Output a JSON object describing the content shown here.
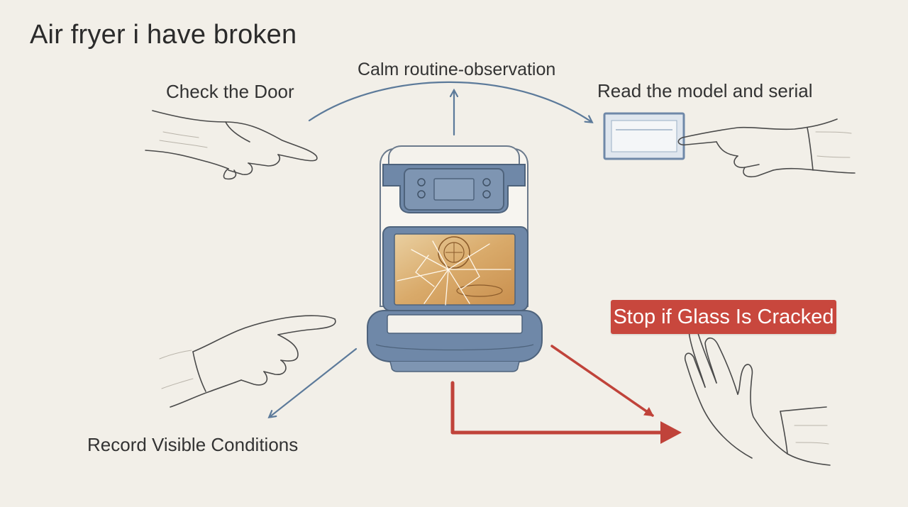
{
  "title": "Air fryer i have broken",
  "labels": {
    "check_door": "Check the Door",
    "calm_observation": "Calm routine-observation",
    "read_model_serial": "Read the model and serial",
    "record_conditions": "Record Visible Conditions",
    "stop_glass": "Stop if Glass Is Cracked"
  },
  "colors": {
    "background": "#f2efe8",
    "blue_arrow": "#5c7a9a",
    "red_arrow": "#c0433a",
    "fryer_blue": "#6f88a8",
    "stop_badge": "#c8473d"
  },
  "icons": {
    "left_hand": "pointing-hand-icon",
    "right_hand": "pointing-hand-icon",
    "lower_left_hand": "pointing-hand-icon",
    "stop_hand": "stop-hand-icon",
    "label_plate": "label-plate-icon",
    "air_fryer": "air-fryer-icon"
  }
}
